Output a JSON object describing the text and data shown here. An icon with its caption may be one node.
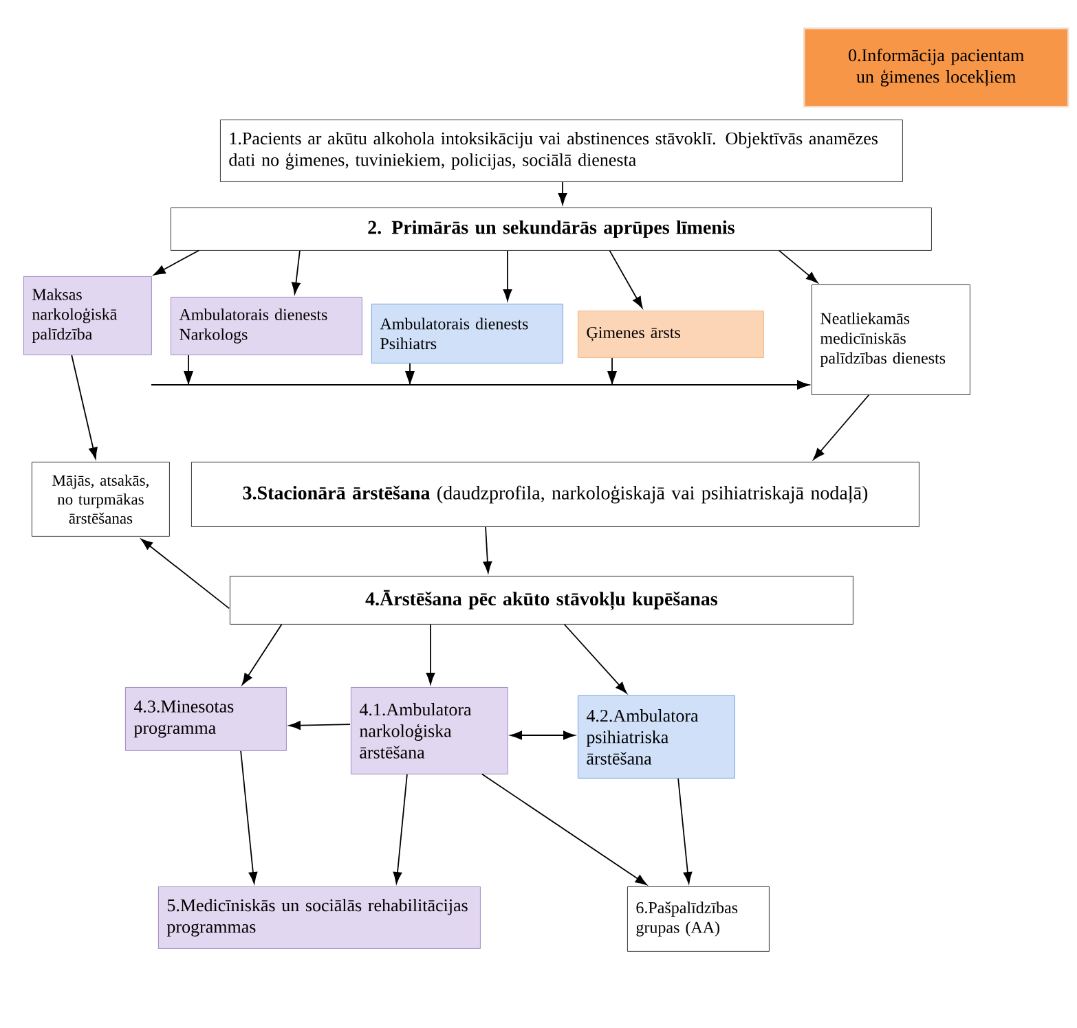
{
  "diagram": {
    "nodes": [
      {
        "text": [
          "0.Informācija pacientam un ģimenes locekļiem"
        ]
      },
      {
        "text": [
          "1.Pacients ar akūtu alkohola intoksikāciju  vai abstinences stāvoklī.  Objektīvās anamēzes dati no ģimenes, tuviniekiem, policijas,  sociālā dienesta"
        ]
      },
      {
        "text": [
          "2. Primārās un sekundārās aprūpes līmenis"
        ]
      },
      {
        "text": [
          "Maksas narkoloģiskā palīdzība"
        ]
      },
      {
        "text": [
          "Ambulatorais dienests Narkologs"
        ]
      },
      {
        "text": [
          "Ambulatorais dienests Psihiatrs"
        ]
      },
      {
        "text": [
          "Ģimenes ārsts"
        ]
      },
      {
        "text": [
          "Neatliekamās medicīniskās palīdzības dienests"
        ]
      },
      {
        "text": [
          "Mājās, atsakās, no turpmākas ārstēšanas"
        ]
      },
      {
        "text": [
          "**3.Stacionārā ārstēšana** (daudzprofila, narkoloģiskajā vai psihiatriskajā nodaļā)"
        ]
      },
      {
        "text": [
          "4.Ārstēšana pēc akūto stāvokļu kupēšanas"
        ]
      },
      {
        "text": [
          "4.3.Minesotas programma"
        ]
      },
      {
        "text": [
          "4.1.Ambulatora narkoloģiska ārstēšana"
        ]
      },
      {
        "text": [
          "4.2.Ambulatora psihiatriska ārstēšana"
        ]
      },
      {
        "text": [
          "5.Medicīniskās un sociālās rehabilitācijas programmas"
        ]
      },
      {
        "text": [
          "6.Pašpalīdzības grupas (AA)"
        ]
      }
    ],
    "edges": [
      {
        "from": 1,
        "to": 2,
        "arrow": "to"
      },
      {
        "from": 2,
        "to": 3,
        "arrow": "to"
      },
      {
        "from": 2,
        "to": 4,
        "arrow": "to"
      },
      {
        "from": 2,
        "to": 5,
        "arrow": "to"
      },
      {
        "from": 2,
        "to": 6,
        "arrow": "to"
      },
      {
        "from": 2,
        "to": 7,
        "arrow": "to"
      },
      {
        "from": 4,
        "to": 7,
        "arrow": "to"
      },
      {
        "from": 5,
        "to": 7,
        "arrow": "to"
      },
      {
        "from": 6,
        "to": 7,
        "arrow": "to"
      },
      {
        "from": 3,
        "to": 8,
        "arrow": "to"
      },
      {
        "from": 7,
        "to": 9,
        "arrow": "to"
      },
      {
        "from": 9,
        "to": 10,
        "arrow": "to"
      },
      {
        "from": 10,
        "to": 8,
        "arrow": "to"
      },
      {
        "from": 10,
        "to": 11,
        "arrow": "to"
      },
      {
        "from": 10,
        "to": 12,
        "arrow": "to"
      },
      {
        "from": 10,
        "to": 13,
        "arrow": "to"
      },
      {
        "from": 12,
        "to": 11,
        "arrow": "to"
      },
      {
        "from": 12,
        "to": 13,
        "arrow": "both"
      },
      {
        "from": 11,
        "to": 14,
        "arrow": "to"
      },
      {
        "from": 12,
        "to": 14,
        "arrow": "to"
      },
      {
        "from": 12,
        "to": 15,
        "arrow": "to"
      },
      {
        "from": 13,
        "to": 15,
        "arrow": "to"
      }
    ]
  }
}
